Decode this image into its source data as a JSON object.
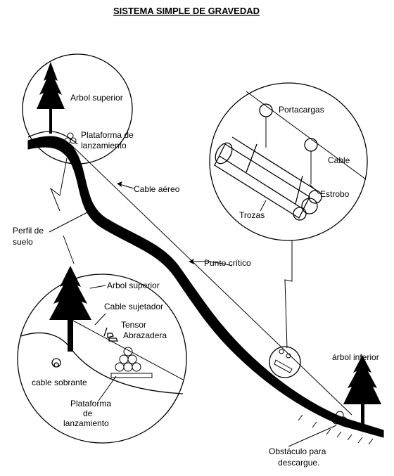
{
  "title": "SISTEMA SIMPLE DE GRAVEDAD",
  "labels": {
    "arbol_superior_top": "Arbol superior",
    "plataforma_top": "Plataforma de lanzamiento",
    "cable_aereo": "Cable aéreo",
    "perfil_suelo": "Perfil de suelo",
    "punto_critico": "Punto crítico",
    "portacargas": "Portacargas",
    "cable": "Cable",
    "estrobo": "Estrobo",
    "trozas": "Trozas",
    "arbol_superior_detail": "Arbol superior",
    "cable_sujetador": "Cable sujetador",
    "tensor": "Tensor",
    "abrazadera": "Abrazadera",
    "cable_sobrante": "cable sobrante",
    "plataforma_detail": "Plataforma de lanzamiento",
    "arbol_inferior": "árbol inferior",
    "obstaculo": "Obstáculo para descargue."
  },
  "label_lines": {
    "plataforma_top": [
      "Plataforma de",
      "lanzamiento"
    ],
    "perfil_suelo": [
      "Perfil de",
      "suelo"
    ],
    "plataforma_detail": [
      "Plataforma",
      "de",
      "lanzamiento"
    ],
    "obstaculo": [
      "Obstáculo para",
      "descargue."
    ]
  }
}
